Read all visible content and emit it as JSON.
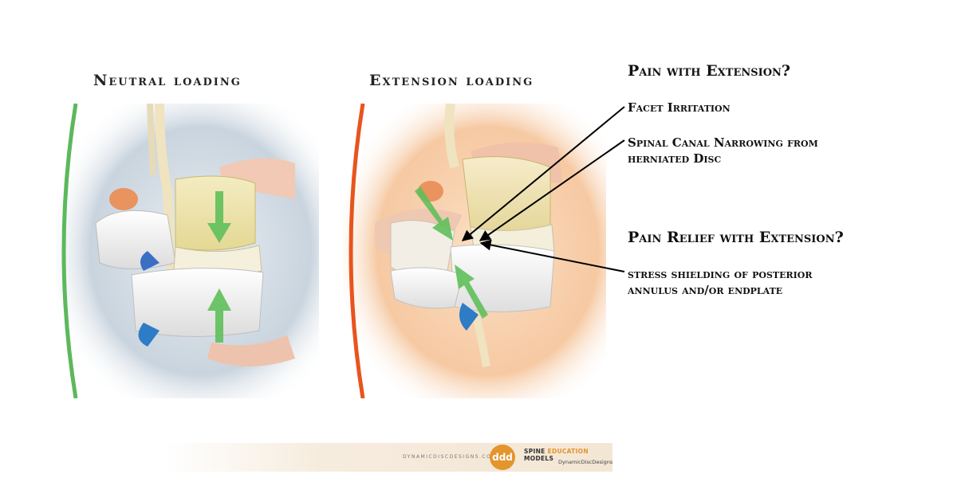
{
  "panels": {
    "neutral": {
      "title": "Neutral loading"
    },
    "extension": {
      "title": "Extension loading"
    }
  },
  "annotations": {
    "pain_heading": "Pain with Extension?",
    "facet_label": "Facet Irritation",
    "canal_label_line1": "Spinal Canal Narrowing from",
    "canal_label_line2": "herniated Disc",
    "relief_heading": "Pain Relief with Extension?",
    "stress_label_line1": "stress shielding of posterior",
    "stress_label_line2": "annulus and/or endplate"
  },
  "footer": {
    "url": "DYNAMICDISCDESIGNS.COM",
    "logo_text": "ddd",
    "brand_spine": "SPINE",
    "brand_education": "EDUCATION",
    "brand_models": "MODELS",
    "brand_sub": "DynamicDiscDesigns"
  },
  "colors": {
    "neutral_arc": "#5cb85c",
    "extension_arc": "#e8541e",
    "load_arrow": "#5fbf5a",
    "brand_orange": "#e3952e"
  },
  "icons": {
    "load_arrow": "green-load-arrow-icon",
    "pointer": "black-pointer-arrow-icon"
  }
}
